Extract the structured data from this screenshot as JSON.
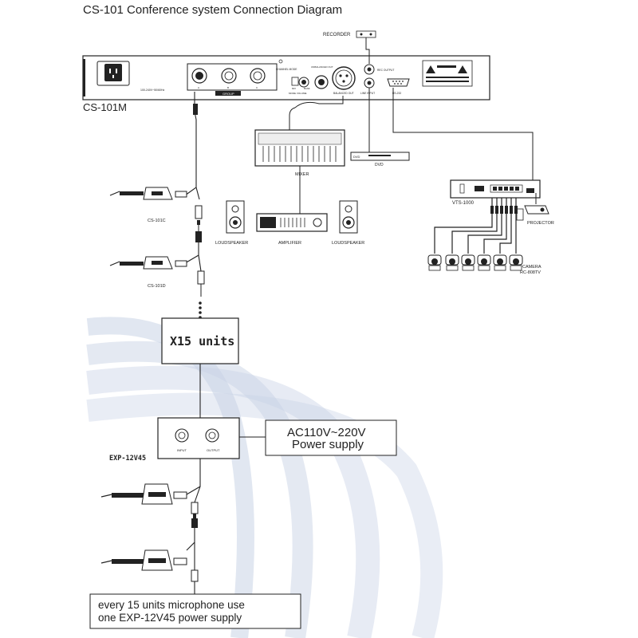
{
  "title": "CS-101 Conference system Connection Diagram",
  "main_unit": {
    "name": "CS-101M",
    "power_label": "100-240V~50/60Hz",
    "group_label": "GROUP",
    "mic_ports": [
      "A",
      "B",
      "C"
    ],
    "channel_mode_label": "CHANNEL MODE",
    "mix_label": "MIX",
    "bank_label": "BANK",
    "mode_volume_label": "MODE VOLUME",
    "unbalanced_label": "UNBALANCED OUT",
    "balanced_label": "BALANCED OUT",
    "rec_output_label": "REC OUTPUT",
    "line_input_label": "LINE INPUT",
    "rs232_label": "RS-232"
  },
  "recorder": "RECORDER",
  "mixer": "MIXER",
  "dvd": {
    "label": "DVD",
    "brand": "DVD"
  },
  "vts": "VTS-1000",
  "projector": "PROJECTOR",
  "camera": {
    "line1": "CAMERA",
    "line2": "RC-808TV"
  },
  "loudspeaker_left": "LOUDSPEAKER",
  "amplifier": "AMPLIFIER",
  "loudspeaker_right": "LOUDSPEAKER",
  "mic_chairman": "CS-101C",
  "mic_delegate": "CS-101D",
  "units_box": "X15 units",
  "exp": {
    "name": "EXP-12V45",
    "input": "INPUT",
    "output": "OUTPUT"
  },
  "power_box": {
    "line1": "AC110V~220V",
    "line2": "Power supply"
  },
  "note_box": {
    "line1": "every 15 units microphone use",
    "line2": "one EXP-12V45 power supply"
  },
  "colors": {
    "swoosh": "#c9d3e6",
    "line": "#222222",
    "panel_fill": "#ffffff",
    "dark": "#333333"
  }
}
